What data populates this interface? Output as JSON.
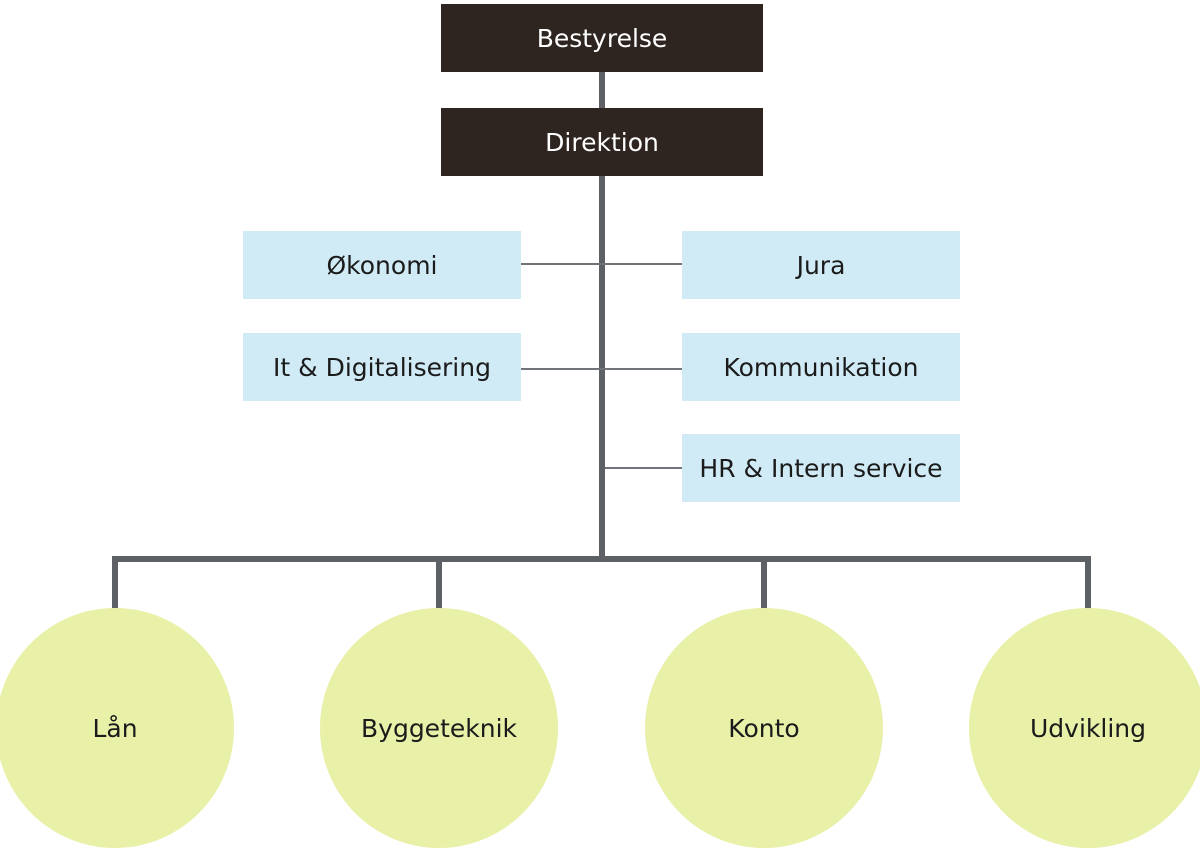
{
  "chart_data": {
    "type": "org-chart",
    "top": [
      {
        "label": "Bestyrelse"
      },
      {
        "label": "Direktion"
      }
    ],
    "staff_functions": {
      "left": [
        {
          "label": "Økonomi"
        },
        {
          "label": "It & Digitalisering"
        }
      ],
      "right": [
        {
          "label": "Jura"
        },
        {
          "label": "Kommunikation"
        },
        {
          "label": "HR & Intern service"
        }
      ]
    },
    "divisions": [
      {
        "label": "Lån"
      },
      {
        "label": "Byggeteknik"
      },
      {
        "label": "Konto"
      },
      {
        "label": "Udvikling"
      }
    ],
    "colors": {
      "top_box": "#2e2520",
      "staff_box": "#d0ebf6",
      "division_circle": "#e9f0a8",
      "connector": "#5d6065"
    }
  }
}
